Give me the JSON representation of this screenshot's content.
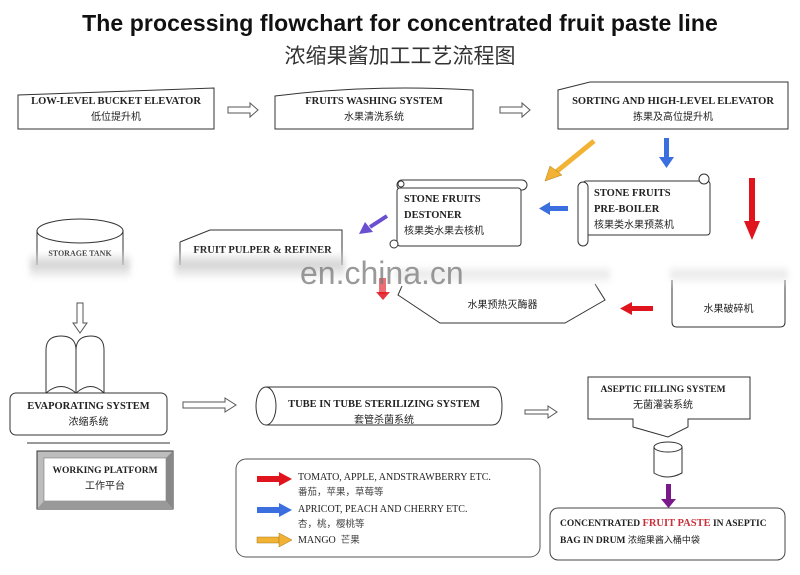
{
  "title": {
    "en": "The processing flowchart for concentrated fruit paste line",
    "zh": "浓缩果酱加工工艺流程图"
  },
  "nodes": {
    "bucket_elevator": {
      "en": "LOW-LEVEL BUCKET ELEVATOR",
      "zh": "低位提升机"
    },
    "washing": {
      "en": "FRUITS WASHING SYSTEM",
      "zh": "水果清洗系统"
    },
    "sorting": {
      "en": "SORTING AND HIGH-LEVEL ELEVATOR",
      "zh": "拣果及高位提升机"
    },
    "preboiler": {
      "en1": "STONE FRUITS",
      "en2": "PRE-BOILER",
      "zh": "核果类水果预蒸机"
    },
    "destoner": {
      "en1": "STONE FRUITS",
      "en2": "DESTONER",
      "zh": "核果类水果去核机"
    },
    "storage_tank": {
      "en": "STORAGE TANK"
    },
    "pulper": {
      "en": "FRUIT PULPER & REFINER"
    },
    "preheater": {
      "zh": "水果预热灭酶器"
    },
    "crusher": {
      "zh": "水果破碎机"
    },
    "evaporating": {
      "en": "EVAPORATING SYSTEM",
      "zh": "浓缩系统"
    },
    "platform": {
      "en": "WORKING PLATFORM",
      "zh": "工作平台"
    },
    "sterilizer": {
      "en": "TUBE IN TUBE STERILIZING SYSTEM",
      "zh": "套管杀菌系统"
    },
    "aseptic": {
      "en": "ASEPTIC FILLING SYSTEM",
      "zh": "无菌灌装系统"
    },
    "product": {
      "en_a": "CONCENTRATED",
      "en_highlight": "FRUIT PASTE",
      "en_b": "IN ASEPTIC",
      "en_c": "BAG IN DRUM",
      "zh": "浓缩果酱入桶中袋"
    }
  },
  "legend": [
    {
      "color": "#e0141c",
      "en": "TOMATO, APPLE, ANDSTRAWBERRY ETC.",
      "zh": "番茄，苹果，草莓等"
    },
    {
      "color": "#3b6fe0",
      "en": "APRICOT, PEACH AND CHERRY ETC.",
      "zh": "杏，桃，樱桃等"
    },
    {
      "color": "#f2b233",
      "en": "MANGO",
      "zh": "芒果"
    }
  ],
  "colors": {
    "red_route": "#e0141c",
    "blue_route": "#3b6fe0",
    "mango_route": "#f2b233",
    "purple_route": "#6a4fd0",
    "final_arrow": "#7a1a8a",
    "highlight_text": "#c8303a"
  },
  "watermark": "en.china.cn"
}
